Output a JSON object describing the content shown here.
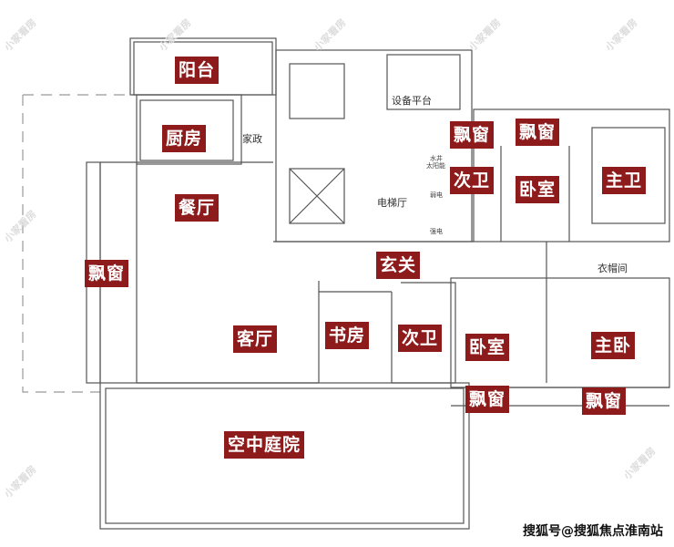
{
  "rooms": {
    "balcony": "阳台",
    "kitchen": "厨房",
    "housekeeping": "家政",
    "dining": "餐厅",
    "bay_window_left": "飘窗",
    "living": "客厅",
    "study": "书房",
    "bathroom_lower": "次卫",
    "foyer": "玄关",
    "elevator_hall": "电梯厅",
    "equipment_platform": "设备平台",
    "bay_window_top1": "飘窗",
    "bay_window_top2": "飘窗",
    "bathroom_upper": "次卫",
    "bedroom_upper": "卧室",
    "master_bath": "主卫",
    "cloakroom": "衣帽间",
    "bedroom_lower": "卧室",
    "master_bedroom": "主卧",
    "bay_window_bottom1": "飘窗",
    "bay_window_bottom2": "飘窗",
    "sky_garden": "空中庭院"
  },
  "shafts": {
    "water_well": "水井",
    "solar": "太阳能",
    "weak_current": "弱电",
    "strong_current": "强电"
  },
  "watermark": "小家看房",
  "credit": "搜狐号@搜狐焦点淮南站",
  "colors": {
    "label_bg": "#8e1b1b",
    "wall": "#555555"
  }
}
